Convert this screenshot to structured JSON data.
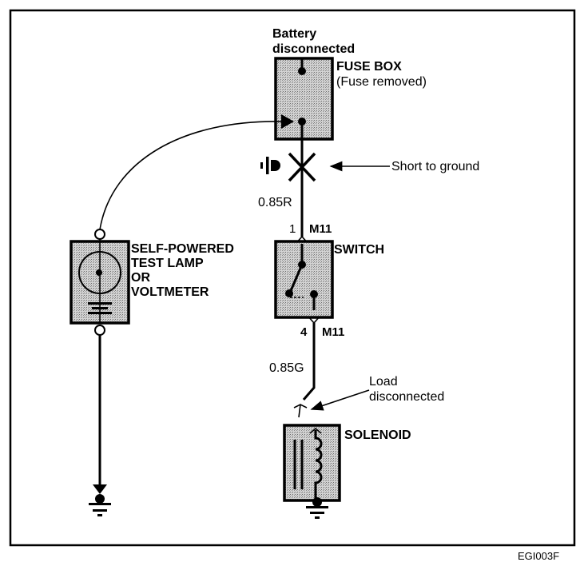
{
  "diagram": {
    "title": "Short to ground test circuit",
    "figure_code": "EGI003F",
    "battery_note": [
      "Battery",
      "disconnected"
    ],
    "fuse_box": {
      "label": "FUSE BOX",
      "note": "(Fuse removed)"
    },
    "short": {
      "label": "Short to ground"
    },
    "wire_top": {
      "label": "0.85R"
    },
    "connector_top": {
      "pin": "1",
      "id": "M11"
    },
    "switch": {
      "label": "SWITCH"
    },
    "connector_bottom": {
      "pin": "4",
      "id": "M11"
    },
    "wire_bottom": {
      "label": "0.85G"
    },
    "load_note": [
      "Load",
      "disconnected"
    ],
    "solenoid": {
      "label": "SOLENOID"
    },
    "tester": {
      "lines": [
        "SELF-POWERED",
        "TEST LAMP",
        "OR",
        "VOLTMETER"
      ]
    },
    "colors": {
      "ink": "#000000",
      "paper": "#ffffff",
      "fill": "#b8b8b8"
    }
  }
}
